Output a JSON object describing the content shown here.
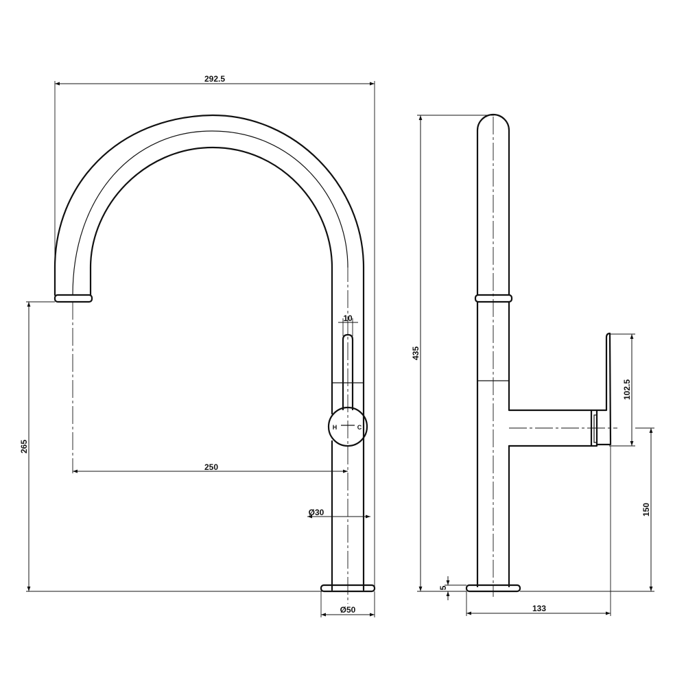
{
  "front_view": {
    "overall_width": "292.5",
    "handle_width": "10",
    "spout_reach": "250",
    "height_to_outlet": "265",
    "body_diameter": "Ø30",
    "base_diameter": "Ø50",
    "hot_label": "H",
    "cold_label": "C"
  },
  "side_view": {
    "total_height": "435",
    "handle_length": "102.5",
    "handle_height": "150",
    "base_offset": "5",
    "projection": "133"
  }
}
